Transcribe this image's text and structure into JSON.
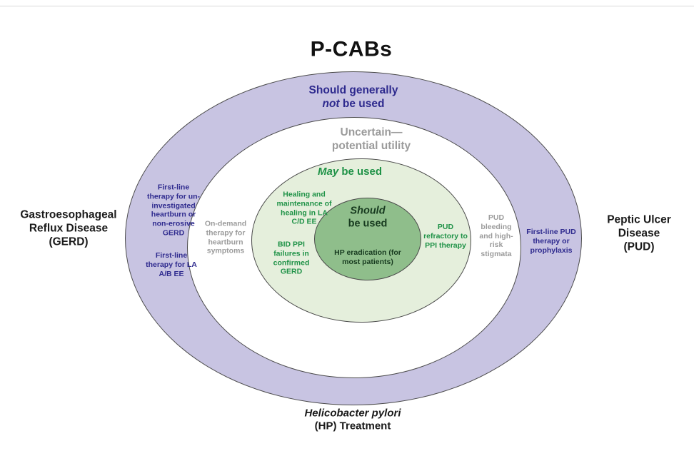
{
  "title": "P-CABs",
  "zones": {
    "outer": {
      "label_line1": "Should generally",
      "label_line2_italic": "not",
      "label_line2_rest": " be used"
    },
    "uncertain": {
      "label_line1": "Uncertain—",
      "label_line2": "potential utility"
    },
    "may": {
      "label_italic": "May",
      "label_rest": " be used"
    },
    "should": {
      "label_line1_italic": "Should",
      "label_line2": "be used"
    }
  },
  "items": {
    "gerd_first_line_uninvestigated": "First-line therapy for un-investigated heartburn or non-erosive GERD",
    "gerd_first_line_ee": "First-line therapy for LA A/B EE",
    "pud_first_line": "First-line PUD therapy or prophylaxis",
    "on_demand": "On-demand therapy for heartburn symptoms",
    "pud_bleeding": "PUD bleeding and high-risk stigmata",
    "healing_maintenance": "Healing and maintenance of healing in LA C/D EE",
    "bid_ppi_failures": "BID PPI failures in confirmed GERD",
    "pud_refractory": "PUD refractory to PPI therapy",
    "hp_eradication": "HP eradication (for most patients)"
  },
  "outside_labels": {
    "gerd_line1": "Gastroesophageal",
    "gerd_line2": "Reflux Disease",
    "gerd_line3": "(GERD)",
    "pud_line1": "Peptic Ulcer",
    "pud_line2": "Disease",
    "pud_line3": "(PUD)",
    "hp_line1_italic": "Helicobacter pylori",
    "hp_line2": "(HP) Treatment"
  },
  "colors": {
    "outer_ring_fill": "#c8c4e2",
    "uncertain_ring_fill": "#ffffff",
    "may_ring_fill": "#e5efdc",
    "should_core_fill": "#8fbe8b",
    "purple_text": "#2e2a8e",
    "gray_text": "#9b9b9b",
    "green_text": "#1f9247",
    "dark_green_text": "#173a1f",
    "black_text": "#1a1a1a"
  }
}
